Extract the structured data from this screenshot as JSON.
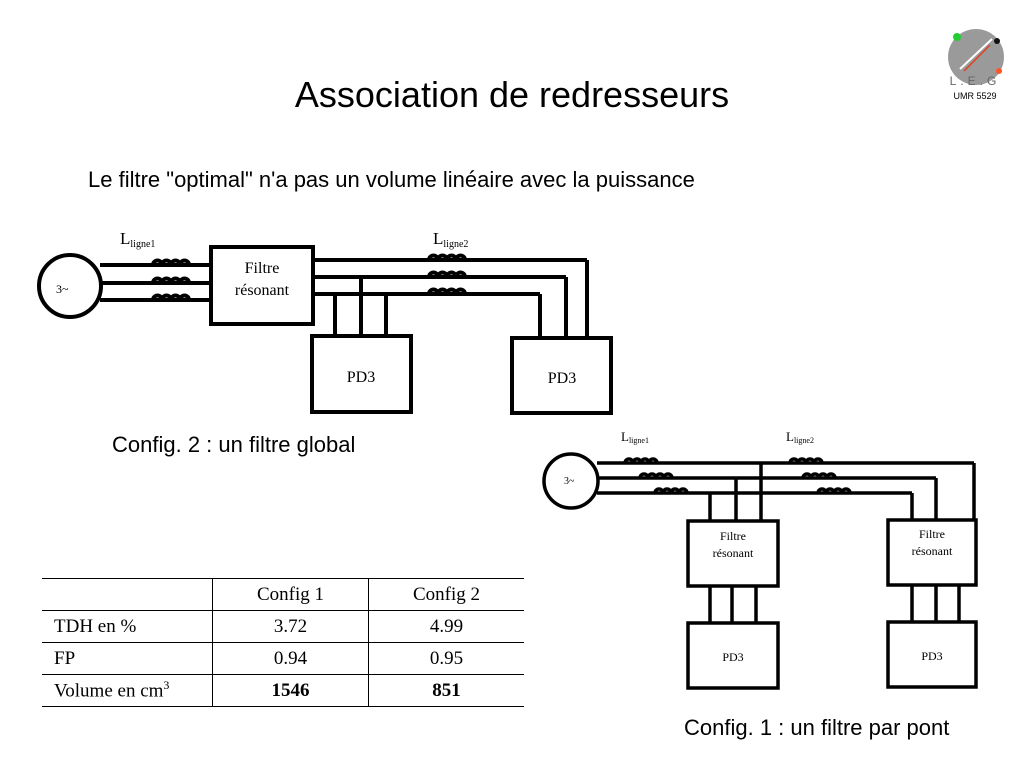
{
  "title": "Association de redresseurs",
  "subtitle": "Le filtre \"optimal\" n'a pas un volume linéaire avec la puissance",
  "logo": {
    "text": "L.E.G",
    "umr": "UMR 5529",
    "icon": "leg-logo-icon"
  },
  "diagram_top": {
    "caption": "Config. 2 : un filtre global",
    "source_label": "3~",
    "l1_main": "L",
    "l1_sub": "ligne1",
    "l2_main": "L",
    "l2_sub": "ligne2",
    "filter_line1": "Filtre",
    "filter_line2": "résonant",
    "pd_a": "PD3",
    "pd_b": "PD3"
  },
  "diagram_bottom": {
    "caption": "Config. 1 : un filtre par pont",
    "source_label": "3~",
    "l1_main": "L",
    "l1_sub": "ligne1",
    "l2_main": "L",
    "l2_sub": "ligne2",
    "filter_a_line1": "Filtre",
    "filter_a_line2": "résonant",
    "filter_b_line1": "Filtre",
    "filter_b_line2": "résonant",
    "pd_a": "PD3",
    "pd_b": "PD3"
  },
  "table": {
    "headers": [
      "",
      "Config 1",
      "Config 2"
    ],
    "rows": [
      {
        "label": "TDH en %",
        "c1": "3.72",
        "c2": "4.99"
      },
      {
        "label": "FP",
        "c1": "0.94",
        "c2": "0.95"
      },
      {
        "label": "Volume en cm",
        "sup": "3",
        "c1": "1546",
        "c2": "851"
      }
    ]
  }
}
